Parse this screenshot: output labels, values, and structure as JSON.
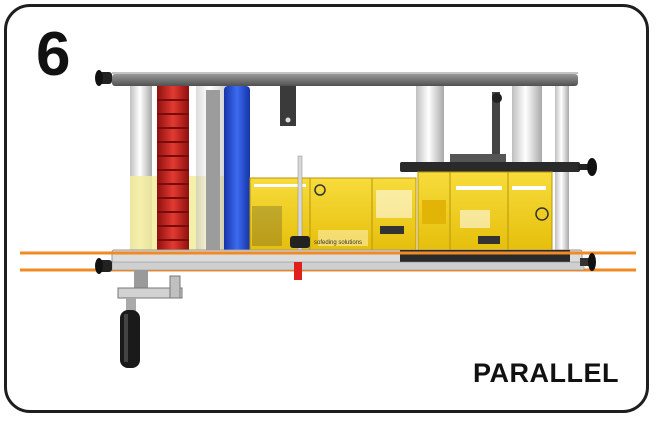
{
  "step": {
    "number": "6"
  },
  "caption": "PARALLEL",
  "colors": {
    "frame": "#1e1e1e",
    "top_plate": "#6e6e6e",
    "bottom_plate": "#dcdcdc",
    "guide_line": "#f08a24",
    "spring": "#c8201c",
    "blue_rod": "#1f4fd6",
    "fluid": "#f3ec9e",
    "weight_box": "#f2cf1a",
    "handle": "#222222",
    "marker": "#e0201c"
  },
  "weights": {
    "small_label": "sofeding solutions"
  }
}
